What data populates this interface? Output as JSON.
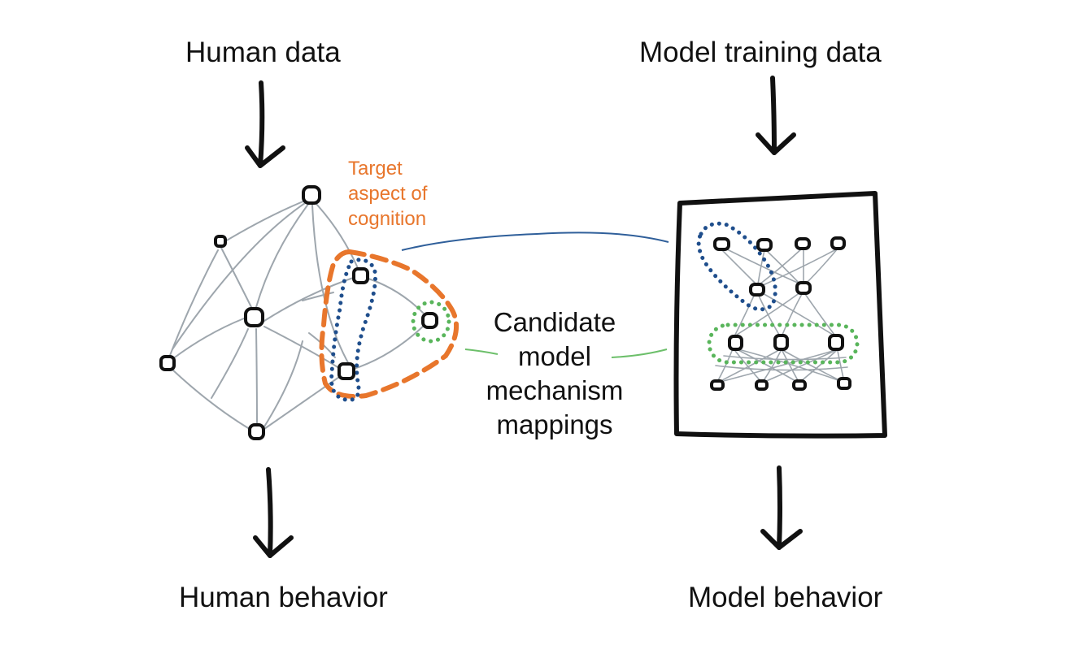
{
  "labels": {
    "human_data": "Human data",
    "model_training_data": "Model training data",
    "human_behavior": "Human behavior",
    "model_behavior": "Model behavior",
    "target_aspect": [
      "Target",
      "aspect of",
      "cognition"
    ],
    "candidate_mappings": [
      "Candidate",
      "model",
      "mechanism",
      "mappings"
    ]
  },
  "colors": {
    "ink": "#111111",
    "edge": "#9ea6ad",
    "target": "#e8762c",
    "blue": "#1f4e8c",
    "green": "#59b55b",
    "blue_link": "#2f5f9a",
    "green_link": "#6cbf6a"
  },
  "icons": {
    "arrows": "down-arrow-icon",
    "nodes": "circle-node-icon"
  }
}
